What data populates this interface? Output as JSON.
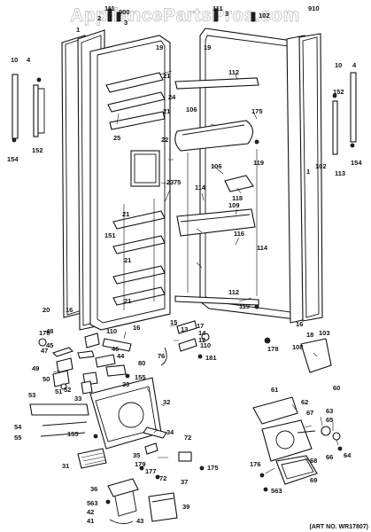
{
  "watermark": "AppliancePartsPros.com",
  "art_number": "(ART NO. WR17807)",
  "callouts": [
    {
      "id": "c111a",
      "text": "111"
    },
    {
      "id": "c900",
      "text": "900"
    },
    {
      "id": "c2a",
      "text": "2"
    },
    {
      "id": "c3a",
      "text": "3"
    },
    {
      "id": "c1a",
      "text": "1"
    },
    {
      "id": "c19a",
      "text": "19"
    },
    {
      "id": "c10a",
      "text": "10"
    },
    {
      "id": "c4a",
      "text": "4"
    },
    {
      "id": "c152a",
      "text": "152"
    },
    {
      "id": "c154a",
      "text": "154"
    },
    {
      "id": "c21a",
      "text": "21"
    },
    {
      "id": "c24",
      "text": "24"
    },
    {
      "id": "c25",
      "text": "25"
    },
    {
      "id": "c21b",
      "text": "21"
    },
    {
      "id": "c22",
      "text": "22"
    },
    {
      "id": "c23",
      "text": "23"
    },
    {
      "id": "c75",
      "text": "75"
    },
    {
      "id": "c151",
      "text": "151"
    },
    {
      "id": "c21c",
      "text": "21"
    },
    {
      "id": "c21d",
      "text": "21"
    },
    {
      "id": "c21e",
      "text": "21"
    },
    {
      "id": "c20",
      "text": "20"
    },
    {
      "id": "c16a",
      "text": "16"
    },
    {
      "id": "c111b",
      "text": "111"
    },
    {
      "id": "c3b",
      "text": "3"
    },
    {
      "id": "c102",
      "text": "102"
    },
    {
      "id": "c910",
      "text": "910"
    },
    {
      "id": "c19b",
      "text": "19"
    },
    {
      "id": "c112a",
      "text": "112"
    },
    {
      "id": "c175a",
      "text": "175"
    },
    {
      "id": "c106a",
      "text": "106"
    },
    {
      "id": "c119a",
      "text": "119"
    },
    {
      "id": "c106b",
      "text": "106"
    },
    {
      "id": "c118",
      "text": "118"
    },
    {
      "id": "c114a",
      "text": "114"
    },
    {
      "id": "c109",
      "text": "109"
    },
    {
      "id": "c116",
      "text": "116"
    },
    {
      "id": "c114b",
      "text": "114"
    },
    {
      "id": "c112b",
      "text": "112"
    },
    {
      "id": "c119b",
      "text": "119"
    },
    {
      "id": "c10b",
      "text": "10"
    },
    {
      "id": "c4b",
      "text": "4"
    },
    {
      "id": "c152b",
      "text": "152"
    },
    {
      "id": "c113",
      "text": "113"
    },
    {
      "id": "c154b",
      "text": "154"
    },
    {
      "id": "c102b",
      "text": "102"
    },
    {
      "id": "c1b",
      "text": "1"
    },
    {
      "id": "c16b",
      "text": "16"
    },
    {
      "id": "c108",
      "text": "108"
    },
    {
      "id": "c18",
      "text": "18"
    },
    {
      "id": "c103",
      "text": "103"
    },
    {
      "id": "c178a",
      "text": "178"
    },
    {
      "id": "c178b",
      "text": "178"
    },
    {
      "id": "c16c",
      "text": "16"
    },
    {
      "id": "c110a",
      "text": "110"
    },
    {
      "id": "c15",
      "text": "15"
    },
    {
      "id": "c13",
      "text": "13"
    },
    {
      "id": "c17",
      "text": "17"
    },
    {
      "id": "c14",
      "text": "14"
    },
    {
      "id": "c12",
      "text": "12"
    },
    {
      "id": "c110b",
      "text": "110"
    },
    {
      "id": "c181",
      "text": "181"
    },
    {
      "id": "c76",
      "text": "76"
    },
    {
      "id": "c48",
      "text": "48"
    },
    {
      "id": "c45",
      "text": "45"
    },
    {
      "id": "c47",
      "text": "47"
    },
    {
      "id": "c46",
      "text": "46"
    },
    {
      "id": "c44",
      "text": "44"
    },
    {
      "id": "c80",
      "text": "80"
    },
    {
      "id": "c49",
      "text": "49"
    },
    {
      "id": "c50",
      "text": "50"
    },
    {
      "id": "c51",
      "text": "51"
    },
    {
      "id": "c30",
      "text": "30"
    },
    {
      "id": "c155a",
      "text": "155"
    },
    {
      "id": "c53",
      "text": "53"
    },
    {
      "id": "c52",
      "text": "52"
    },
    {
      "id": "c33",
      "text": "33"
    },
    {
      "id": "c32",
      "text": "32"
    },
    {
      "id": "c54",
      "text": "54"
    },
    {
      "id": "c55",
      "text": "55"
    },
    {
      "id": "c34",
      "text": "34"
    },
    {
      "id": "c155b",
      "text": "155"
    },
    {
      "id": "c35",
      "text": "35"
    },
    {
      "id": "c31",
      "text": "31"
    },
    {
      "id": "c72a",
      "text": "72"
    },
    {
      "id": "c175b",
      "text": "175"
    },
    {
      "id": "c179",
      "text": "179"
    },
    {
      "id": "c177",
      "text": "177"
    },
    {
      "id": "c72b",
      "text": "72"
    },
    {
      "id": "c37",
      "text": "37"
    },
    {
      "id": "c36",
      "text": "36"
    },
    {
      "id": "c563a",
      "text": "563"
    },
    {
      "id": "c42",
      "text": "42"
    },
    {
      "id": "c41",
      "text": "41"
    },
    {
      "id": "c43",
      "text": "43"
    },
    {
      "id": "c39",
      "text": "39"
    },
    {
      "id": "c60",
      "text": "60"
    },
    {
      "id": "c61",
      "text": "61"
    },
    {
      "id": "c62",
      "text": "62"
    },
    {
      "id": "c67",
      "text": "67"
    },
    {
      "id": "c63",
      "text": "63"
    },
    {
      "id": "c65",
      "text": "65"
    },
    {
      "id": "c66",
      "text": "66"
    },
    {
      "id": "c64",
      "text": "64"
    },
    {
      "id": "c68",
      "text": "68"
    },
    {
      "id": "c176",
      "text": "176"
    },
    {
      "id": "c69",
      "text": "69"
    },
    {
      "id": "c563b",
      "text": "563"
    }
  ]
}
